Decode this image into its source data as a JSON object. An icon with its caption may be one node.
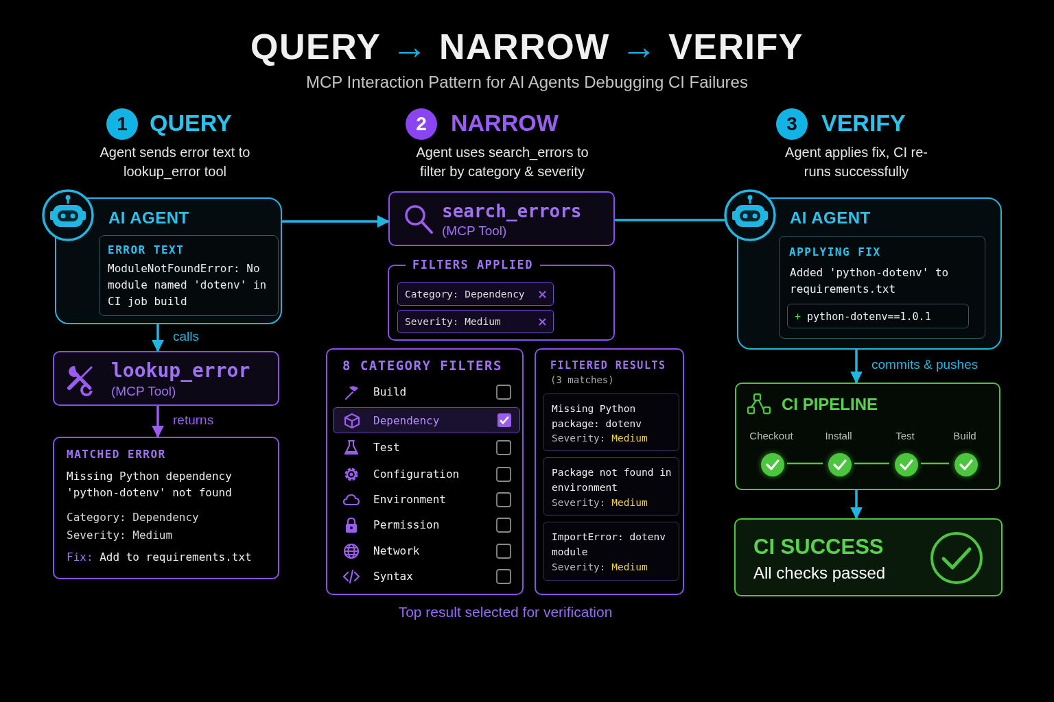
{
  "diagram": {
    "title": "QUERY → NARROW → VERIFY",
    "nodes": [
      {
        "text": [
          "1"
        ],
        "beside": [
          "QUERY",
          "Agent sends error text to lookup_error tool"
        ]
      },
      {
        "text": [
          "2"
        ],
        "beside": [
          "NARROW",
          "Agent uses search_errors to filter by category & severity"
        ]
      },
      {
        "text": [
          "3"
        ],
        "beside": [
          "VERIFY",
          "Agent applies fix, CI re-runs successfully"
        ]
      },
      {
        "text": [
          "AI AGENT"
        ]
      },
      {
        "text": [
          "ERROR TEXT",
          "ModuleNotFoundError: No module named 'dotenv' in CI job build"
        ],
        "in": 3
      },
      {
        "text": [
          "lookup_error",
          "(MCP Tool)"
        ]
      },
      {
        "text": [
          "MATCHED ERROR",
          "Missing Python dependency 'python-dotenv' not found",
          "Category:  Dependency",
          "Severity:  Medium",
          "**Fix:**  Add to requirements.txt"
        ]
      },
      {
        "text": [
          "search_errors",
          "(MCP Tool)"
        ]
      },
      {
        "text": [
          "FILTERS APPLIED"
        ]
      },
      {
        "text": [
          "Category: Dependency"
        ],
        "in": 8
      },
      {
        "text": [
          "Severity: Medium"
        ],
        "in": 8
      },
      {
        "text": [
          "8 CATEGORY FILTERS",
          "Build",
          "Test",
          "Configuration",
          "Environment",
          "Permission",
          "Network",
          "Syntax"
        ]
      },
      {
        "text": [
          "Dependency"
        ],
        "in": 11
      },
      {
        "text": [
          "FILTERED RESULTS",
          "(3 matches)"
        ]
      },
      {
        "text": [
          "Missing Python package: dotenv",
          "Severity: **Medium**"
        ],
        "in": 13
      },
      {
        "text": [
          "Package not found in environment",
          "Severity: **Medium**"
        ],
        "in": 13
      },
      {
        "text": [
          "ImportError: dotenv module",
          "Severity: **Medium**"
        ],
        "in": 13
      },
      {
        "text": [
          "AI AGENT"
        ]
      },
      {
        "text": [
          "APPLYING FIX",
          "Added 'python-dotenv' to requirements.txt"
        ],
        "in": 17
      },
      {
        "text": [
          "**+** python-dotenv==1.0.1"
        ],
        "in": 18
      },
      {
        "text": [
          "CI PIPELINE"
        ]
      },
      {
        "text": [],
        "shape": "circle",
        "beside": [
          "Checkout"
        ],
        "in": 20
      },
      {
        "text": [],
        "shape": "circle",
        "beside": [
          "Install"
        ],
        "in": 20
      },
      {
        "text": [],
        "shape": "circle",
        "beside": [
          "Test"
        ],
        "in": 20
      },
      {
        "text": [],
        "shape": "circle",
        "beside": [
          "Build"
        ],
        "in": 20
      },
      {
        "text": [
          "CI SUCCESS",
          "All checks passed"
        ]
      }
    ],
    "edges": [
      {
        "from": 3,
        "to": 5,
        "arrow": "to",
        "label": "calls"
      },
      {
        "from": 5,
        "to": 6,
        "arrow": "to",
        "label": "returns",
        "color": "#9b5cf0"
      },
      {
        "from": 3,
        "to": 7,
        "arrow": "to"
      },
      {
        "from": 7,
        "to": 17,
        "arrow": "to"
      },
      {
        "from": 17,
        "to": 20,
        "arrow": "to",
        "label": "commits & pushes"
      },
      {
        "from": 20,
        "to": 25,
        "arrow": "to"
      },
      {
        "from": 21,
        "to": 22,
        "arrow": "none",
        "color": "#4cc63e"
      },
      {
        "from": 22,
        "to": 23,
        "arrow": "none",
        "color": "#4cc63e"
      },
      {
        "from": 23,
        "to": 24,
        "arrow": "none",
        "color": "#4cc63e"
      }
    ],
    "labels": [
      "MCP Interaction Pattern for AI Agents Debugging CI Failures",
      "Top result selected for verification"
    ]
  }
}
